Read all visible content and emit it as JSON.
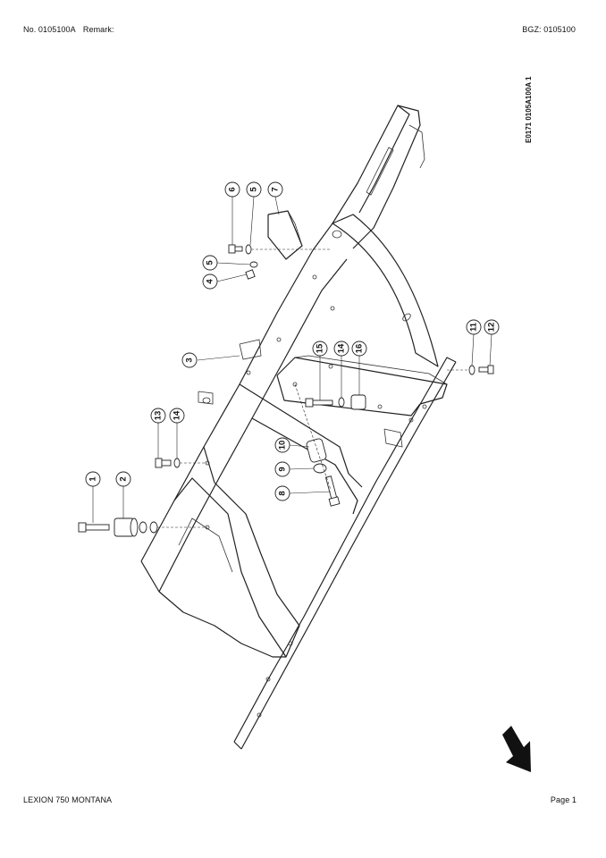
{
  "header": {
    "doc_no": "No. 0105100A",
    "remark_label": "Remark:",
    "bgz": "BGZ: 0105100"
  },
  "drawing_code": "E0171 0105A100A 1",
  "footer": {
    "model": "LEXION 750 MONTANA",
    "page": "Page 1"
  },
  "callouts": [
    "1",
    "2",
    "3",
    "4",
    "5",
    "5",
    "6",
    "7",
    "8",
    "9",
    "10",
    "11",
    "12",
    "13",
    "14",
    "14",
    "15",
    "16"
  ],
  "icons": {
    "direction_arrow": "arrow-down-right-icon"
  }
}
